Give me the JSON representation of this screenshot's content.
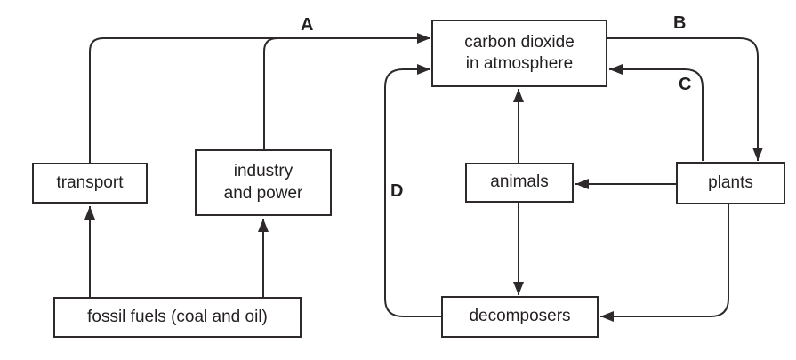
{
  "diagram": {
    "type": "flow-diagram",
    "subject": "carbon cycle",
    "colors": {
      "background": "#ffffff",
      "line": "#2e2a2b",
      "text": "#231f20"
    },
    "nodes": {
      "co2": {
        "label": [
          "carbon dioxide",
          "in atmosphere"
        ]
      },
      "transport": {
        "label": "transport"
      },
      "industry": {
        "label": [
          "industry",
          "and power"
        ]
      },
      "animals": {
        "label": "animals"
      },
      "plants": {
        "label": "plants"
      },
      "fossil": {
        "label": "fossil fuels (coal and oil)"
      },
      "decomposers": {
        "label": "decomposers"
      }
    },
    "edge_labels": {
      "a": "A",
      "b": "B",
      "c": "C",
      "d": "D"
    },
    "edges": [
      {
        "from": "fossil fuels (coal and oil)",
        "to": "transport",
        "label": ""
      },
      {
        "from": "fossil fuels (coal and oil)",
        "to": "industry and power",
        "label": ""
      },
      {
        "from": "transport",
        "to": "carbon dioxide in atmosphere",
        "label": "A"
      },
      {
        "from": "industry and power",
        "to": "carbon dioxide in atmosphere",
        "label": "A"
      },
      {
        "from": "carbon dioxide in atmosphere",
        "to": "plants",
        "label": "B"
      },
      {
        "from": "plants",
        "to": "carbon dioxide in atmosphere",
        "label": "C"
      },
      {
        "from": "plants",
        "to": "animals",
        "label": ""
      },
      {
        "from": "animals",
        "to": "carbon dioxide in atmosphere",
        "label": ""
      },
      {
        "from": "animals",
        "to": "decomposers",
        "label": ""
      },
      {
        "from": "plants",
        "to": "decomposers",
        "label": ""
      },
      {
        "from": "decomposers",
        "to": "carbon dioxide in atmosphere",
        "label": "D"
      }
    ]
  }
}
